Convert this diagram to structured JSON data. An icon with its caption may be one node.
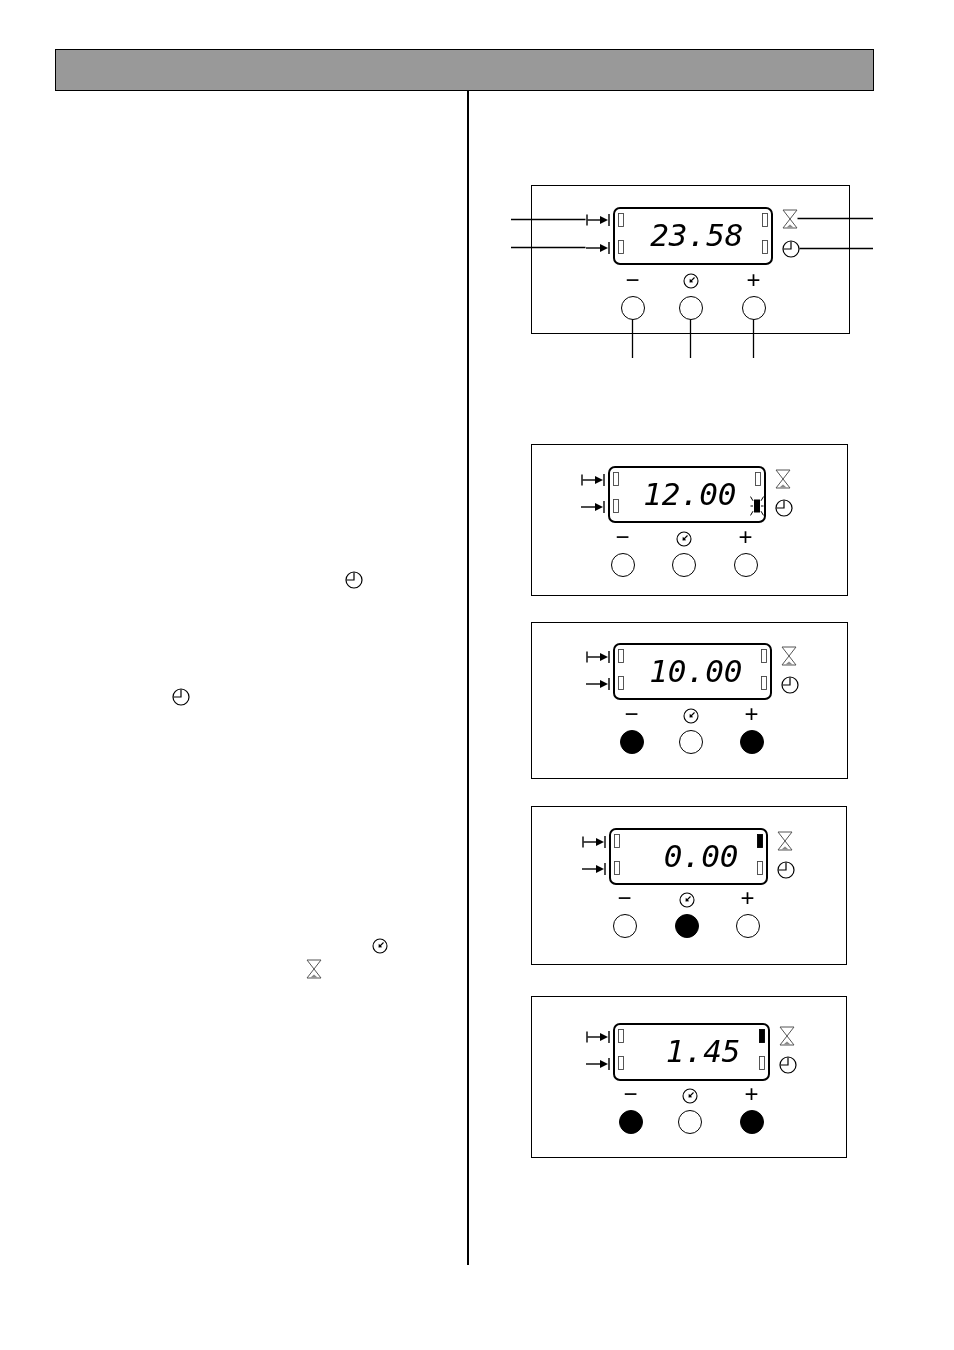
{
  "diagram": {
    "nodes": [
      {
        "text": [],
        "shape": "box"
      },
      {
        "text": [],
        "shape": "arrow",
        "in": 0
      },
      {
        "text": [],
        "shape": "arrow",
        "in": 0
      },
      {
        "text": [
          "23.58"
        ],
        "in": 0
      },
      {
        "text": [],
        "shape": "hourglass",
        "in": 0
      },
      {
        "text": [],
        "shape": "clock",
        "in": 0
      },
      {
        "text": [],
        "shape": "circle",
        "in": 0,
        "beside": [
          "−"
        ]
      },
      {
        "text": [],
        "shape": "circle",
        "in": 0
      },
      {
        "text": [],
        "shape": "circle",
        "in": 0,
        "beside": [
          "+"
        ]
      },
      {
        "text": [],
        "shape": "box"
      },
      {
        "text": [
          "12.00"
        ],
        "in": 9
      },
      {
        "text": [],
        "shape": "circle",
        "in": 9,
        "beside": [
          "−"
        ]
      },
      {
        "text": [],
        "shape": "circle",
        "in": 9
      },
      {
        "text": [],
        "shape": "circle",
        "in": 9,
        "beside": [
          "+"
        ]
      },
      {
        "text": [],
        "shape": "box"
      },
      {
        "text": [
          "10.00"
        ],
        "in": 14
      },
      {
        "text": [],
        "shape": "disc",
        "in": 14,
        "beside": [
          "−"
        ]
      },
      {
        "text": [],
        "shape": "circle",
        "in": 14
      },
      {
        "text": [],
        "shape": "disc",
        "in": 14,
        "beside": [
          "+"
        ]
      },
      {
        "text": [],
        "shape": "box"
      },
      {
        "text": [
          "0.00"
        ],
        "in": 19
      },
      {
        "text": [],
        "shape": "circle",
        "in": 19,
        "beside": [
          "−"
        ]
      },
      {
        "text": [],
        "shape": "disc",
        "in": 19
      },
      {
        "text": [],
        "shape": "circle",
        "in": 19,
        "beside": [
          "+"
        ]
      },
      {
        "text": [],
        "shape": "box"
      },
      {
        "text": [
          "1.45"
        ],
        "in": 24
      },
      {
        "text": [],
        "shape": "disc",
        "in": 24,
        "beside": [
          "−"
        ]
      },
      {
        "text": [],
        "shape": "circle",
        "in": 24
      },
      {
        "text": [],
        "shape": "disc",
        "in": 24,
        "beside": [
          "+"
        ]
      }
    ],
    "edges": [
      {
        "from": null,
        "to": 1,
        "arrow": "none"
      },
      {
        "from": null,
        "to": 2,
        "arrow": "none"
      },
      {
        "from": null,
        "to": 4,
        "arrow": "none"
      },
      {
        "from": null,
        "to": 5,
        "arrow": "none"
      },
      {
        "from": null,
        "to": 6,
        "arrow": "none"
      },
      {
        "from": null,
        "to": 7,
        "arrow": "none"
      },
      {
        "from": null,
        "to": 8,
        "arrow": "none"
      }
    ]
  }
}
